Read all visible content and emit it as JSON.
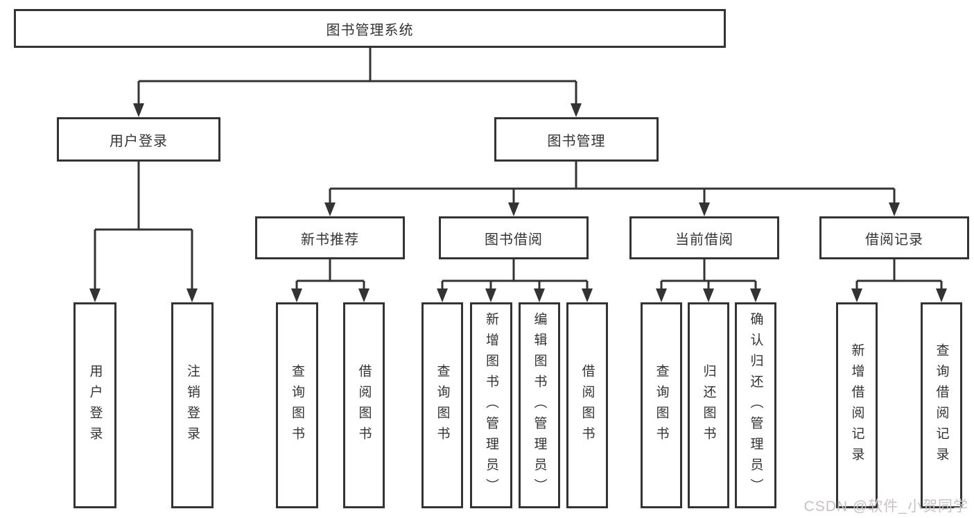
{
  "colors": {
    "line": "#333333",
    "box_fill": "#ffffff",
    "text": "#333333",
    "watermark": "#c7c1c3"
  },
  "watermark": {
    "text": "CSDN @软件_小贺同学"
  },
  "tree": {
    "label": "图书管理系统",
    "children": [
      {
        "label": "用户登录",
        "children": [
          {
            "label": "用户登录"
          },
          {
            "label": "注销登录"
          }
        ]
      },
      {
        "label": "图书管理",
        "children": [
          {
            "label": "新书推荐",
            "children": [
              {
                "label": "查询图书"
              },
              {
                "label": "借阅图书"
              }
            ]
          },
          {
            "label": "图书借阅",
            "children": [
              {
                "label": "查询图书"
              },
              {
                "label": "新增图书（管理员）"
              },
              {
                "label": "编辑图书（管理员）"
              },
              {
                "label": "借阅图书"
              }
            ]
          },
          {
            "label": "当前借阅",
            "children": [
              {
                "label": "查询图书"
              },
              {
                "label": "归还图书"
              },
              {
                "label": "确认归还（管理员）"
              }
            ]
          },
          {
            "label": "借阅记录",
            "children": [
              {
                "label": "新增借阅记录"
              },
              {
                "label": "查询借阅记录"
              }
            ]
          }
        ]
      }
    ]
  }
}
